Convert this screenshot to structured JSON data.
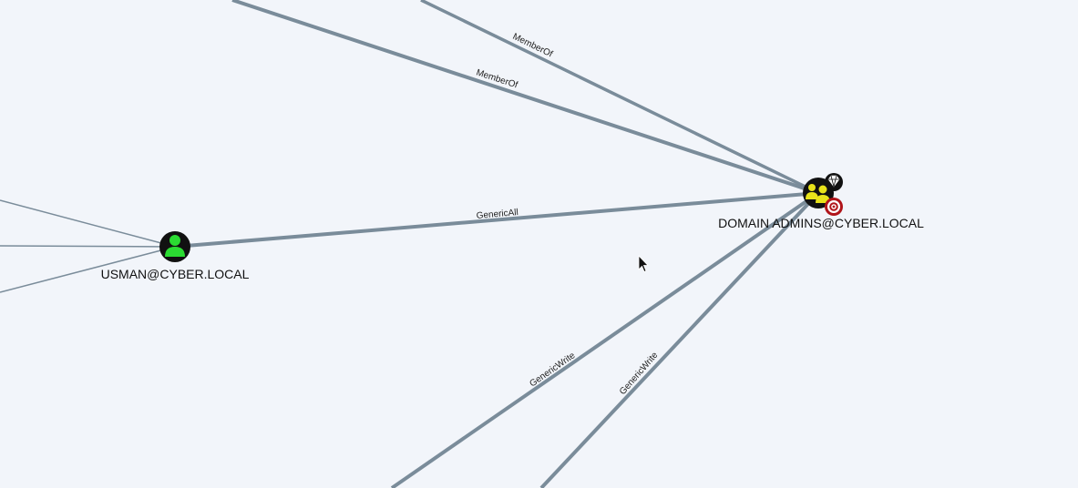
{
  "graph": {
    "nodes": {
      "usman": {
        "label": "USMAN@CYBER.LOCAL",
        "type": "user",
        "icon": "user-icon",
        "color": "#2bdc32"
      },
      "domain_admins": {
        "label": "DOMAIN ADMINS@CYBER.LOCAL",
        "type": "group",
        "icon": "group-icon",
        "color": "#e8e31a",
        "badges": [
          "high-value-diamond-icon",
          "target-icon"
        ]
      }
    },
    "edges": {
      "memberof_1": {
        "label": "MemberOf"
      },
      "memberof_2": {
        "label": "MemberOf"
      },
      "genericall": {
        "label": "GenericAll"
      },
      "genericwrite_1": {
        "label": "GenericWrite"
      },
      "genericwrite_2": {
        "label": "GenericWrite"
      }
    }
  }
}
